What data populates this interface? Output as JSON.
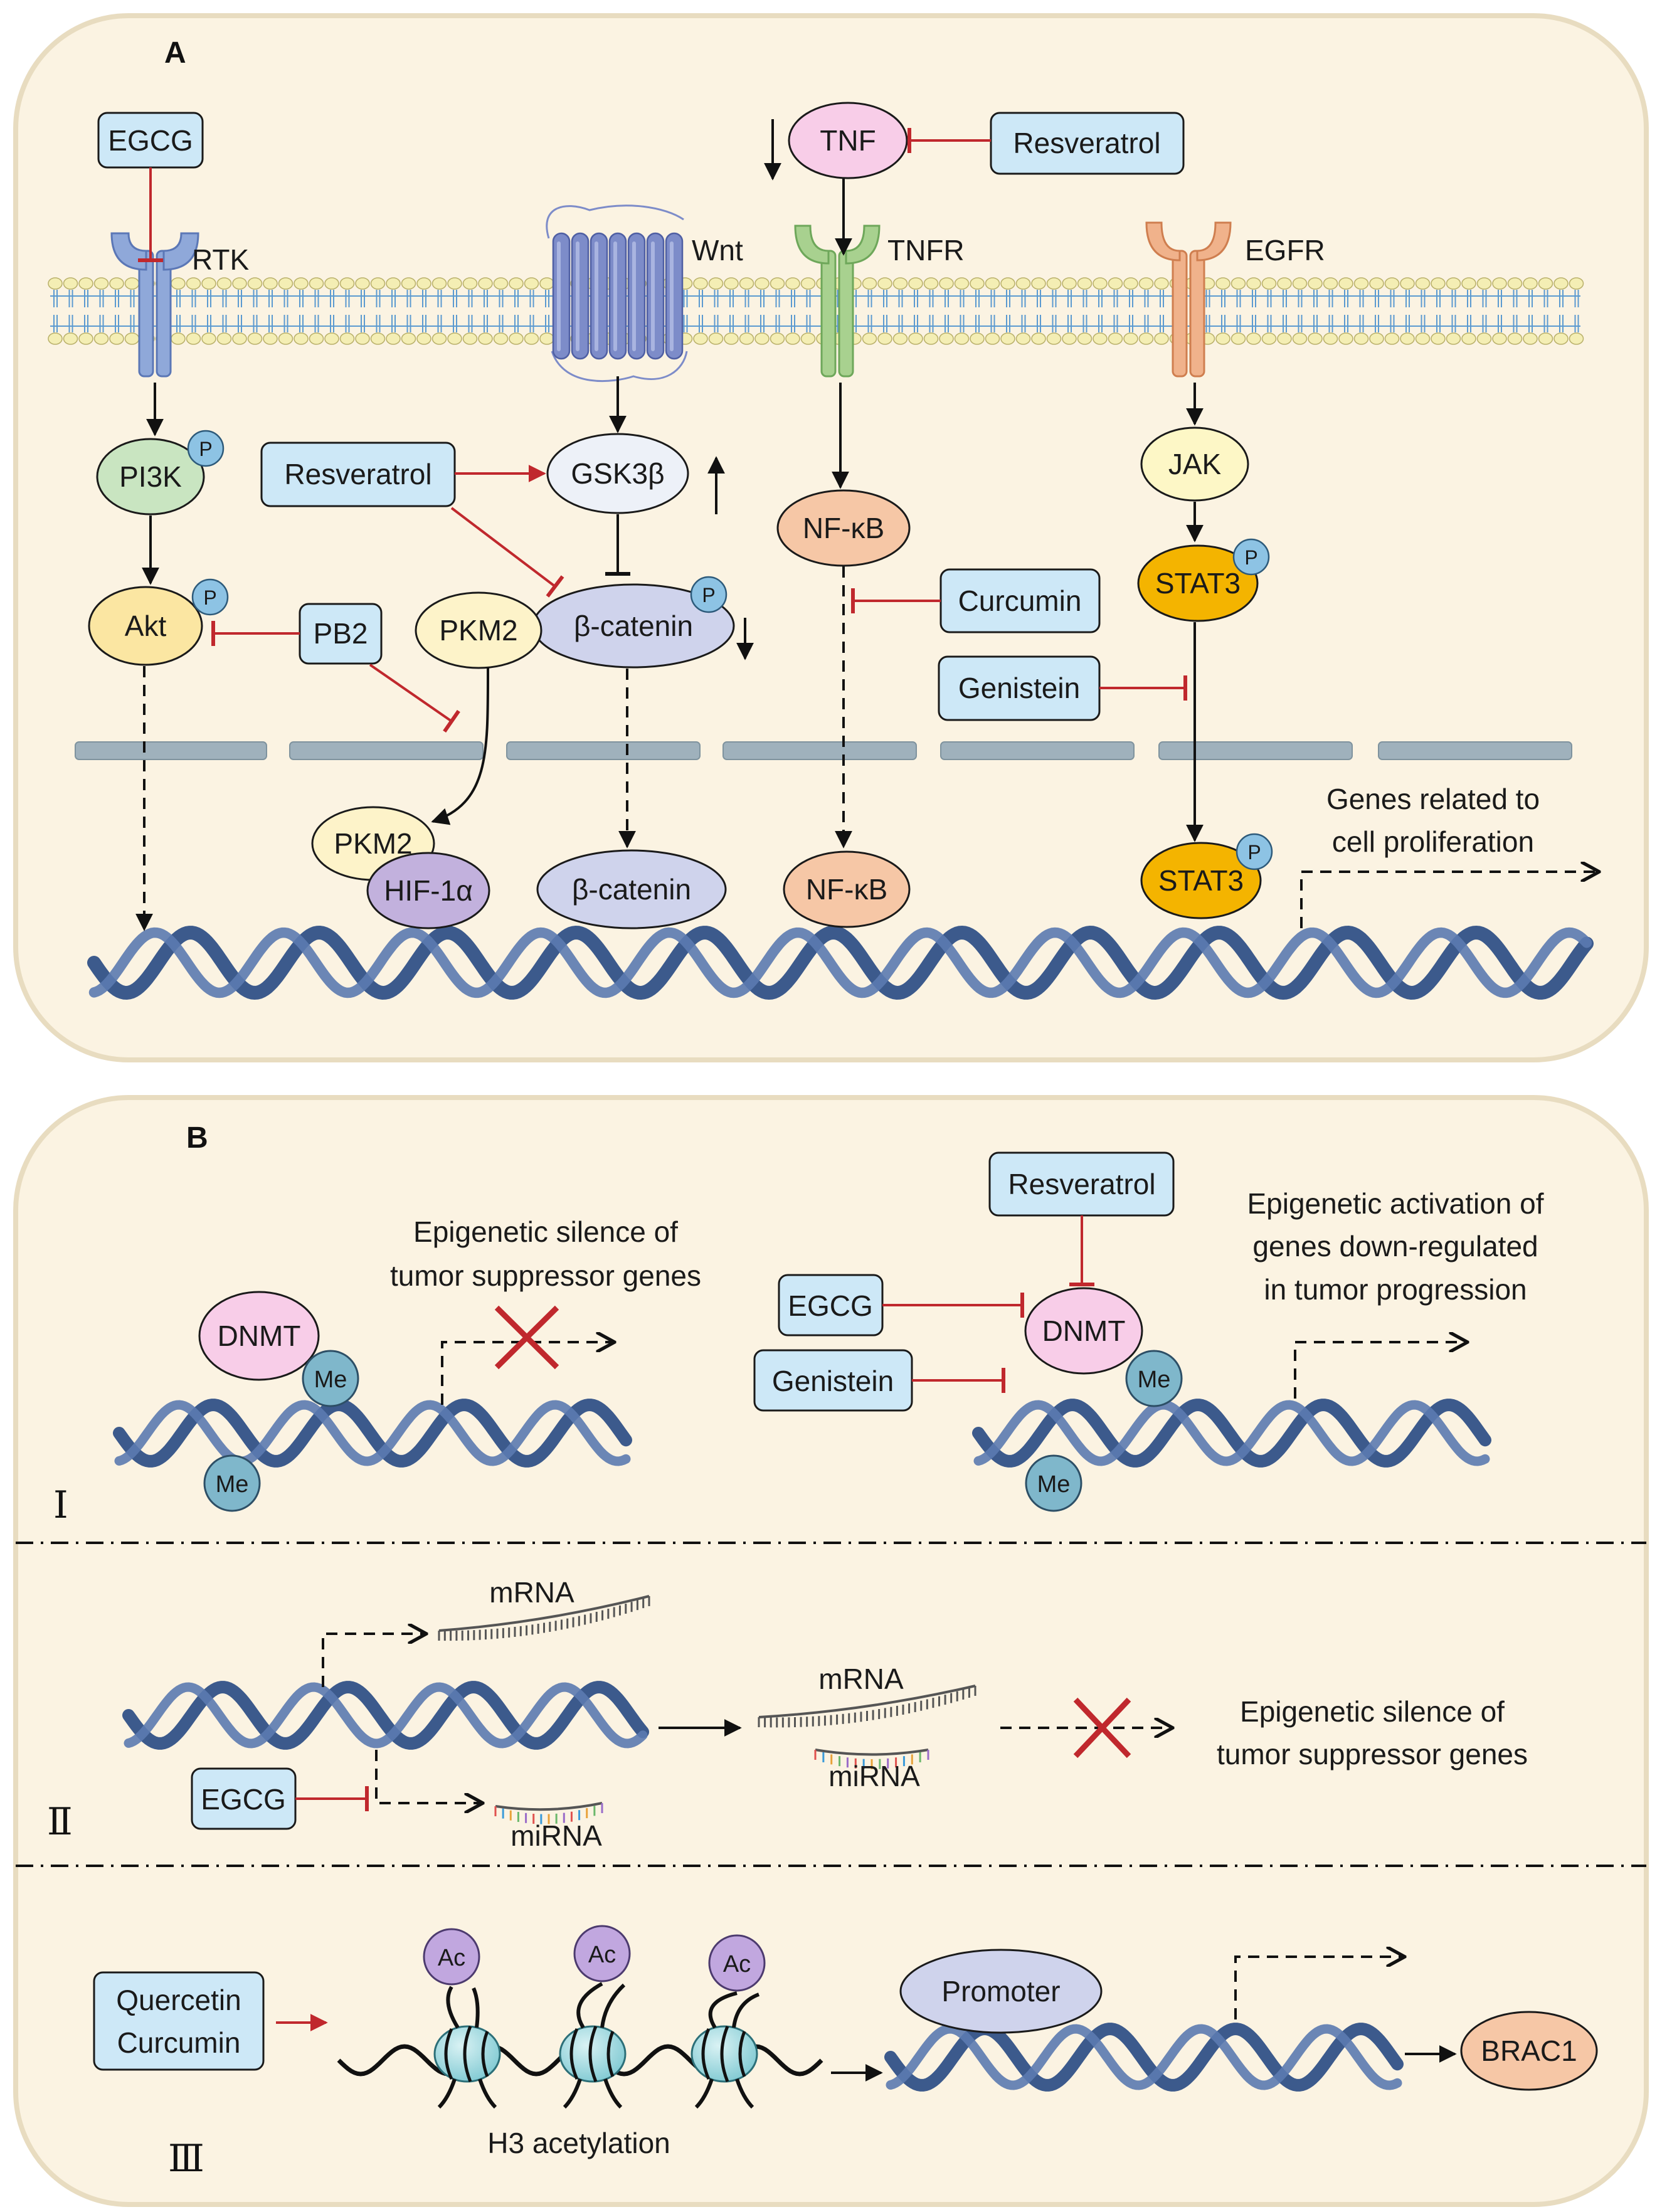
{
  "panelA": {
    "letter": "A",
    "receptors": {
      "rtk": "RTK",
      "wnt": "Wnt",
      "tnfr": "TNFR",
      "egfr": "EGFR"
    },
    "compounds": {
      "egcg": "EGCG",
      "resveratrol_top": "Resveratrol",
      "resveratrol_mid": "Resveratrol",
      "curcumin": "Curcumin",
      "genistein": "Genistein",
      "pb2": "PB2"
    },
    "proteins": {
      "tnf": "TNF",
      "pi3k": "PI3K",
      "akt": "Akt",
      "gsk3b": "GSK3β",
      "beta_catenin": "β-catenin",
      "pkm2": "PKM2",
      "nfkb": "NF-κB",
      "jak": "JAK",
      "stat3": "STAT3",
      "pkm2_nuc": "PKM2",
      "hif1a": "HIF-1α",
      "beta_catenin_nuc": "β-catenin",
      "nfkb_nuc": "NF-κB",
      "stat3_nuc": "STAT3"
    },
    "phospho": "P",
    "genes_line1": "Genes related to",
    "genes_line2": "cell proliferation"
  },
  "panelB": {
    "letter": "B",
    "I": {
      "roman": "Ⅰ",
      "silence_line1": "Epigenetic silence of",
      "silence_line2": "tumor suppressor genes",
      "dnmt_left": "DNMT",
      "me": "Me",
      "resveratrol": "Resveratrol",
      "egcg": "EGCG",
      "genistein": "Genistein",
      "dnmt_right": "DNMT",
      "activation_line1": "Epigenetic activation of",
      "activation_line2": "genes down-regulated",
      "activation_line3": "in tumor progression"
    },
    "II": {
      "roman": "Ⅱ",
      "mrna": "mRNA",
      "mirna": "miRNA",
      "egcg": "EGCG",
      "silence_line1": "Epigenetic silence of",
      "silence_line2": "tumor suppressor genes"
    },
    "III": {
      "roman": "Ⅲ",
      "quercetin": "Quercetin",
      "curcumin": "Curcumin",
      "ac": "Ac",
      "h3": "H3 acetylation",
      "promoter": "Promoter",
      "brac1": "BRAC1"
    }
  },
  "colors": {
    "panel_bg": "#fbf3e2",
    "panel_border": "#e8dcc0",
    "compound_box": "#cde8f7",
    "inhibit_red": "#c0282d",
    "dna": "#3c5a8c",
    "membrane_head": "#f4eeb4",
    "membrane_tail": "#5b9ad0",
    "nuclear_bar": "#9fb1bc",
    "green_protein": "#c9e5c1",
    "yellow_protein": "#fbe6a2",
    "lavender_protein": "#cfd3ec",
    "salmon_protein": "#f6c7a6",
    "pale_yellow_protein": "#fdf7c6",
    "orange_protein": "#f4b400",
    "pink_protein": "#f8cde8",
    "purple_protein": "#c2b1dd",
    "phospho_circle": "#8dc3e4",
    "me_circle": "#7fb7cb",
    "ac_circle": "#c1a7df"
  }
}
